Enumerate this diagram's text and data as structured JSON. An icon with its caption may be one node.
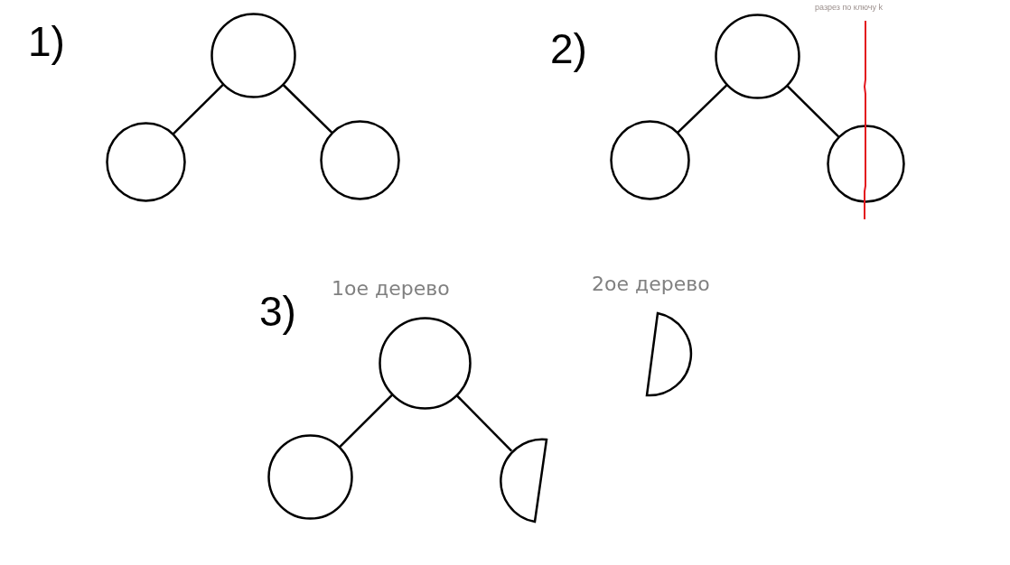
{
  "diagram": {
    "nodes": [
      {
        "text": [],
        "shape": "circle"
      },
      {
        "text": [],
        "shape": "circle"
      },
      {
        "text": [],
        "shape": "circle"
      },
      {
        "text": [],
        "shape": "circle"
      },
      {
        "text": [],
        "shape": "circle"
      },
      {
        "text": [],
        "shape": "circle"
      },
      {
        "text": [],
        "shape": "circle"
      },
      {
        "text": [],
        "shape": "circle"
      },
      {
        "text": [],
        "shape": "semicircle"
      },
      {
        "text": [],
        "shape": "semicircle"
      }
    ],
    "edges": [
      {
        "from": 0,
        "to": 1,
        "arrow": "none"
      },
      {
        "from": 0,
        "to": 2,
        "arrow": "none"
      },
      {
        "from": 3,
        "to": 4,
        "arrow": "none"
      },
      {
        "from": 3,
        "to": 5,
        "arrow": "none"
      },
      {
        "from": 6,
        "to": 7,
        "arrow": "none"
      },
      {
        "from": 6,
        "to": 8,
        "arrow": "none"
      }
    ],
    "labels": [
      "1)",
      "2)",
      "разрез по ключу k",
      "3)",
      "1ое дерево",
      "2ое дерево"
    ]
  }
}
